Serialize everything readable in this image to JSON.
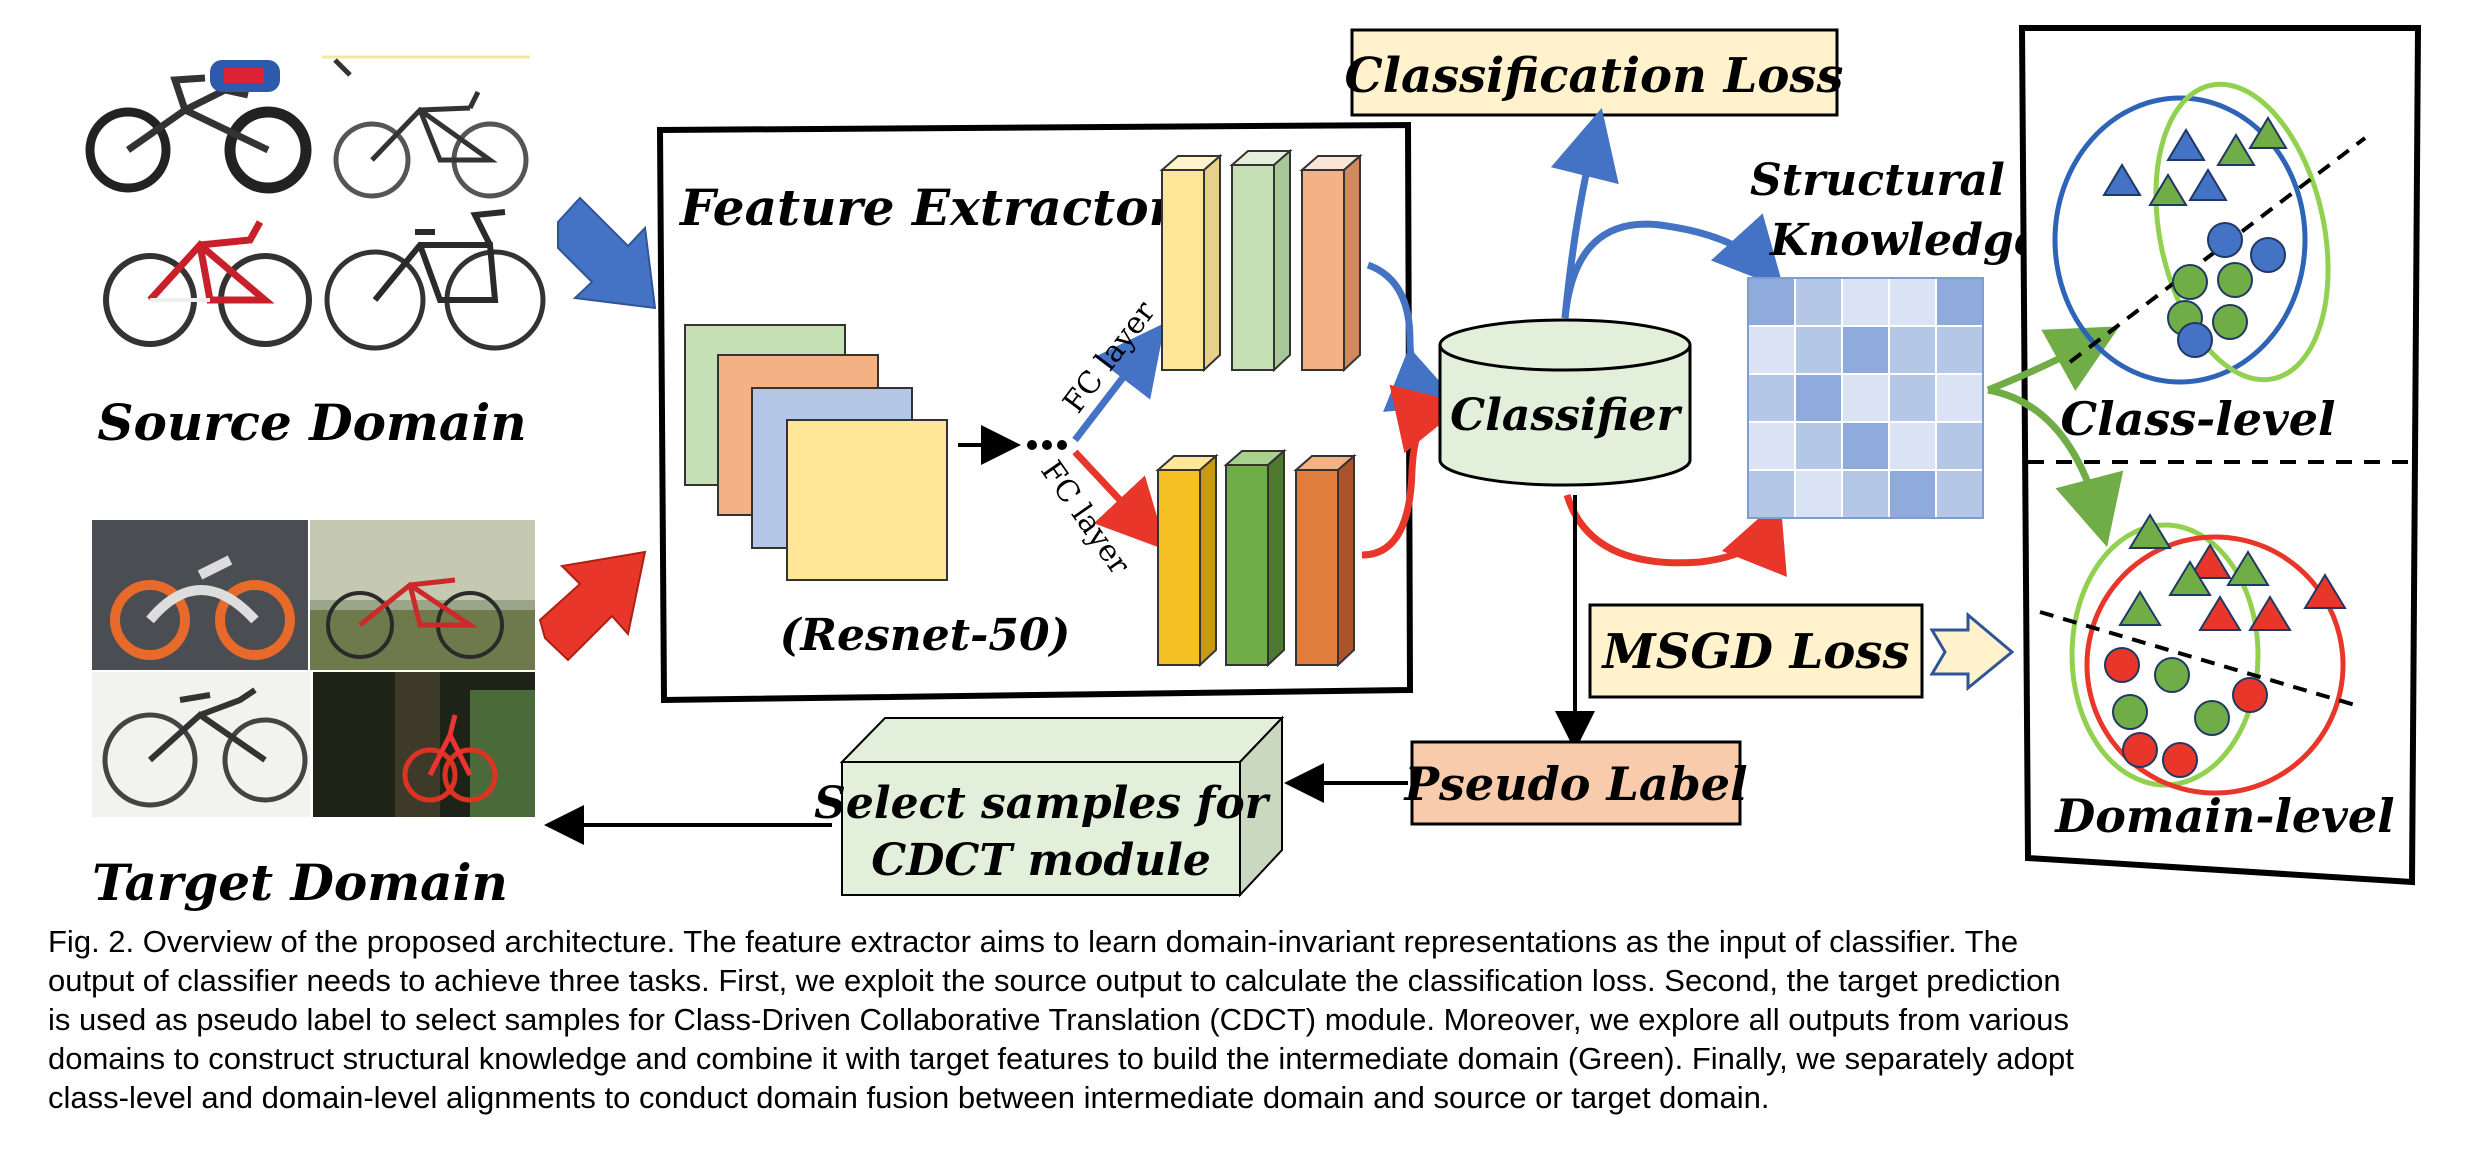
{
  "colors": {
    "blue_arrow": "#4472C4",
    "red_arrow": "#E8372A",
    "green_arrow": "#70AD47",
    "loss_box": "#FFF2CC",
    "classifier": "#E2EFDA",
    "pseudo_label": "#F8CBAD",
    "select_box": "#E2EFDA"
  },
  "left": {
    "source_domain": "Source Domain",
    "target_domain": "Target Domain"
  },
  "extractor": {
    "title": "Feature Extractor",
    "backbone": "(Resnet-50)",
    "fc_top": "FC layer",
    "fc_bottom": "FC layer"
  },
  "center": {
    "classification_loss": "Classification Loss",
    "classifier": "Classifier",
    "structural_knowledge": [
      "Structural",
      "Knowledge"
    ],
    "msgd_loss": "MSGD Loss",
    "pseudo_label": "Pseudo Label",
    "select_samples": [
      "Select samples for",
      "CDCT module"
    ]
  },
  "right": {
    "class_level": "Class-level",
    "domain_level": "Domain-level"
  },
  "caption": [
    "Fig. 2. Overview of the proposed architecture. The feature extractor aims to learn domain-invariant representations as the input of classifier. The",
    "output of classifier needs to achieve three tasks. First, we exploit the source output to calculate the classification loss. Second, the target prediction",
    "is used as pseudo label to select samples for Class-Driven Collaborative Translation (CDCT) module. Moreover, we explore all outputs from various",
    "domains to construct structural knowledge and combine it with target features to build the intermediate domain (Green). Finally, we separately adopt",
    "class-level and domain-level alignments to conduct domain fusion between intermediate domain and source or target domain."
  ]
}
